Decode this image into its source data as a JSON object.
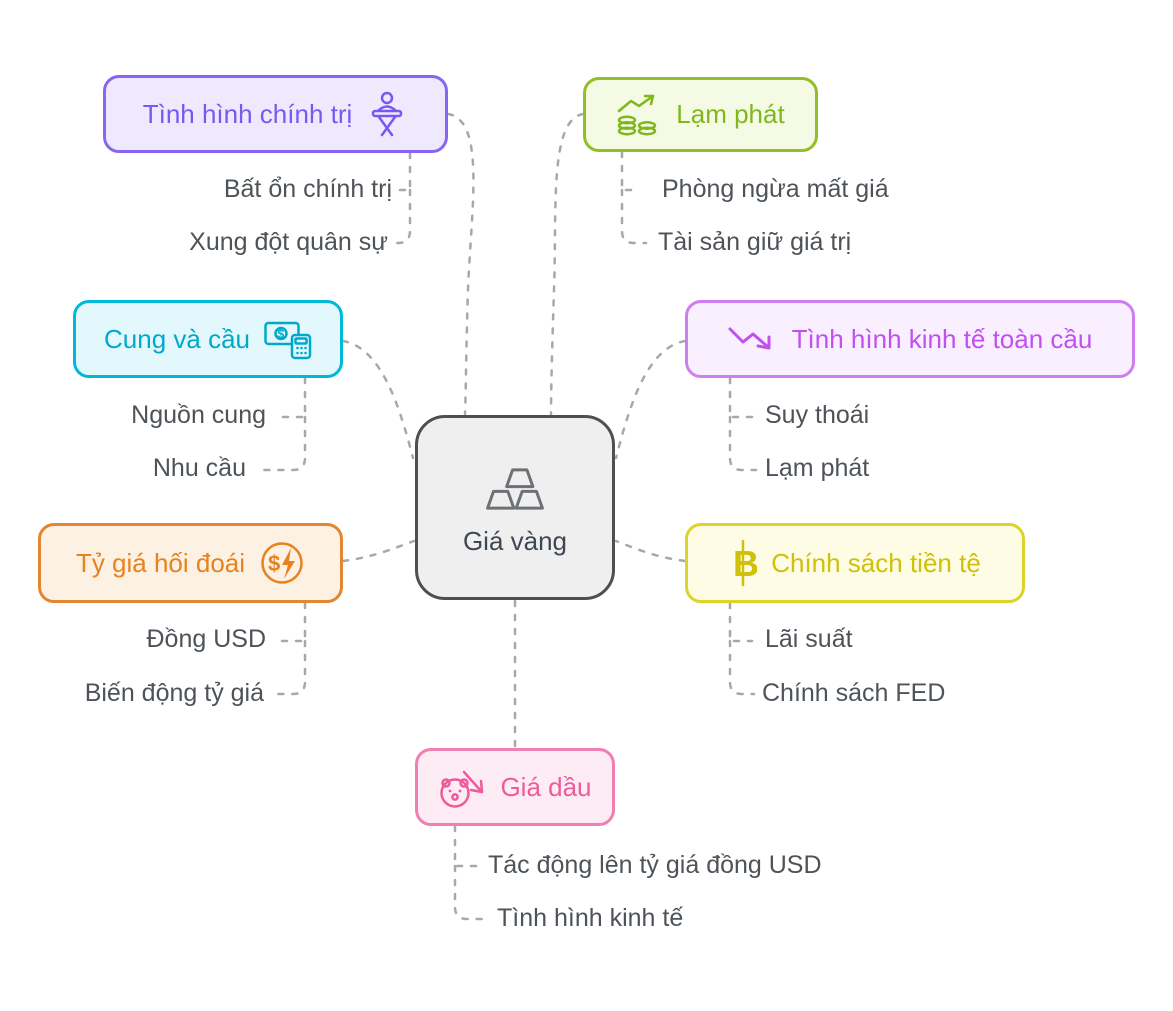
{
  "title": "Giá vàng mind map",
  "connector_color": "#a8a8a8",
  "center": {
    "label": "Giá vàng",
    "icon": "gold-bars-icon",
    "fill": "#efefef",
    "border": "#4f4f4f"
  },
  "branches": [
    {
      "id": "politics",
      "label": "Tình hình chính trị",
      "icon": "podium-speaker-icon",
      "color": "#7a57ee",
      "children": [
        "Bất ổn chính trị",
        "Xung đột quân sự"
      ]
    },
    {
      "id": "inflation",
      "label": "Lạm phát",
      "icon": "coins-rising-arrow-icon",
      "color": "#7fb71d",
      "children": [
        "Phòng ngừa mất giá",
        "Tài sản giữ giá trị"
      ]
    },
    {
      "id": "supply-demand",
      "label": "Cung và cầu",
      "icon": "banknote-calculator-icon",
      "color": "#00a9c9",
      "children": [
        "Nguồn cung",
        "Nhu cầu"
      ]
    },
    {
      "id": "global-economy",
      "label": "Tình hình kinh tế toàn cầu",
      "icon": "zigzag-down-arrow-icon",
      "color": "#c050f0",
      "children": [
        "Suy thoái",
        "Lạm phát"
      ]
    },
    {
      "id": "exchange-rate",
      "label": "Tỷ giá hối đoái",
      "icon": "dollar-lightning-icon",
      "color": "#e8821e",
      "children": [
        "Đồng USD",
        "Biến động tỷ giá"
      ]
    },
    {
      "id": "monetary-policy",
      "label": "Chính sách tiền tệ",
      "icon": "baht-currency-icon",
      "color": "#cfc00a",
      "children": [
        "Lãi suất",
        "Chính sách FED"
      ]
    },
    {
      "id": "oil-price",
      "label": "Giá dầu",
      "icon": "bear-down-arrow-icon",
      "color": "#ee5a9b",
      "children": [
        "Tác động lên tỷ giá đồng USD",
        "Tình hình kinh tế"
      ]
    }
  ]
}
